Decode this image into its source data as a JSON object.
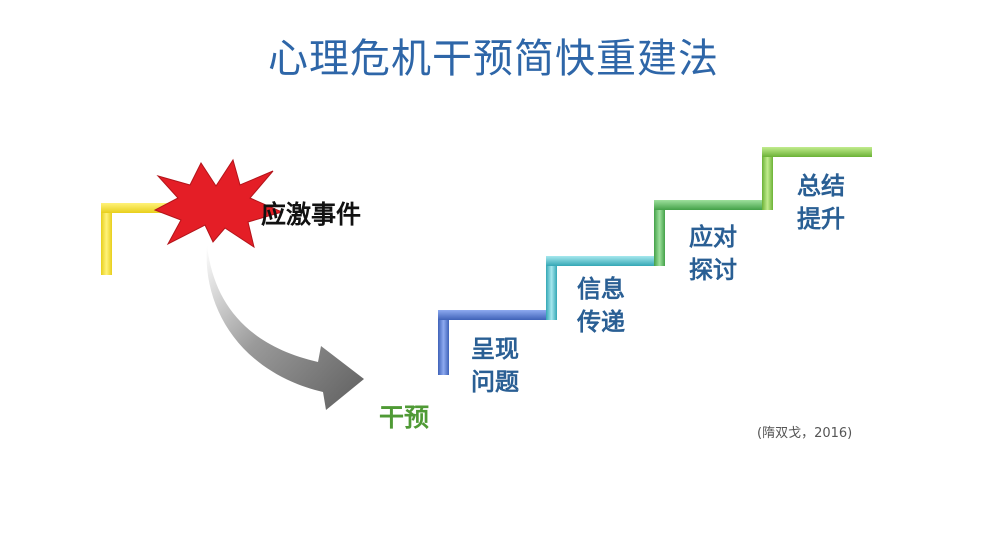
{
  "title": "心理危机干预简快重建法",
  "event_label": "应激事件",
  "intervention_label": "干预",
  "steps": [
    {
      "line1": "呈现",
      "line2": "问题",
      "color": "#4a72c6"
    },
    {
      "line1": "信息",
      "line2": "传递",
      "color": "#48b8c4"
    },
    {
      "line1": "应对",
      "line2": "探讨",
      "color": "#55b45a"
    },
    {
      "line1": "总结",
      "line2": "提升",
      "color": "#7cbf44"
    }
  ],
  "citation": "(隋双戈，2016)",
  "colors": {
    "title": "#2e66a8",
    "event_step": "#f2df3a",
    "burst": "#e41e26",
    "arrow": "#7a7a7a",
    "intervention": "#4f9a35",
    "step_text": "#2a5f94"
  }
}
